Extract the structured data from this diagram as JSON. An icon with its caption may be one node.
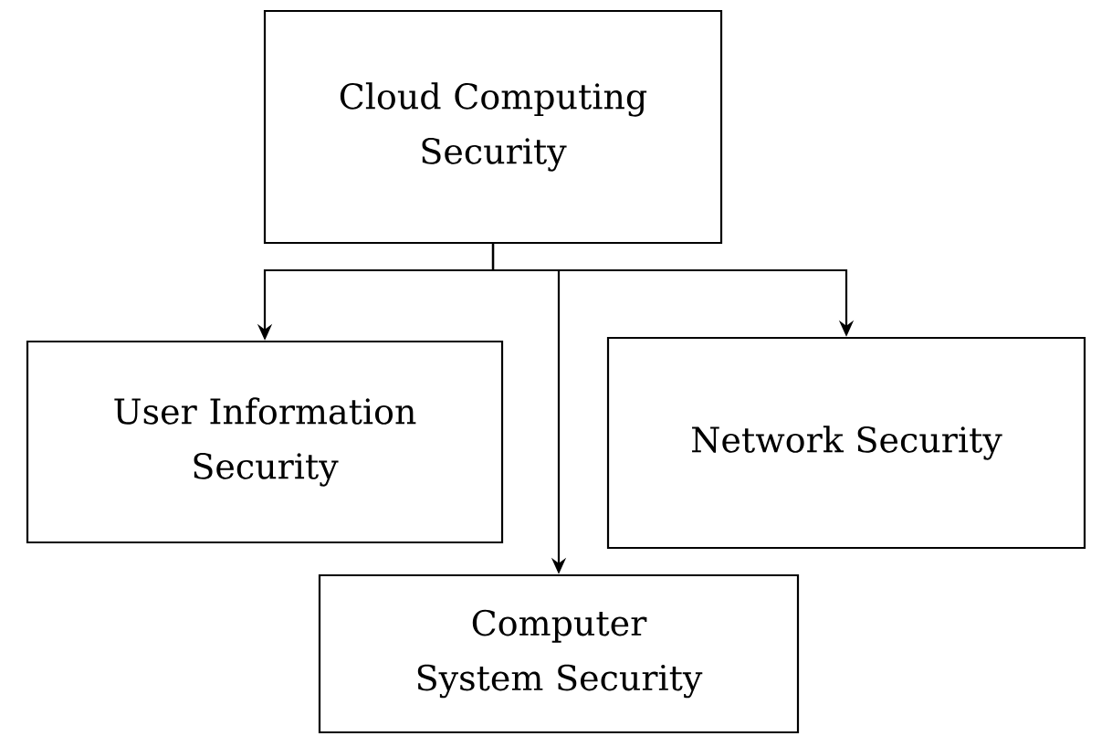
{
  "diagram": {
    "nodes": [
      {
        "text": [
          "Cloud Computing Security"
        ]
      },
      {
        "text": [
          "User Information Security"
        ]
      },
      {
        "text": [
          "Network Security"
        ]
      },
      {
        "text": [
          "Computer System Security"
        ]
      }
    ],
    "edges": [
      {
        "from": 0,
        "to": 1,
        "arrow": "to"
      },
      {
        "from": 0,
        "to": 2,
        "arrow": "to"
      },
      {
        "from": 0,
        "to": 3,
        "arrow": "to"
      }
    ]
  }
}
